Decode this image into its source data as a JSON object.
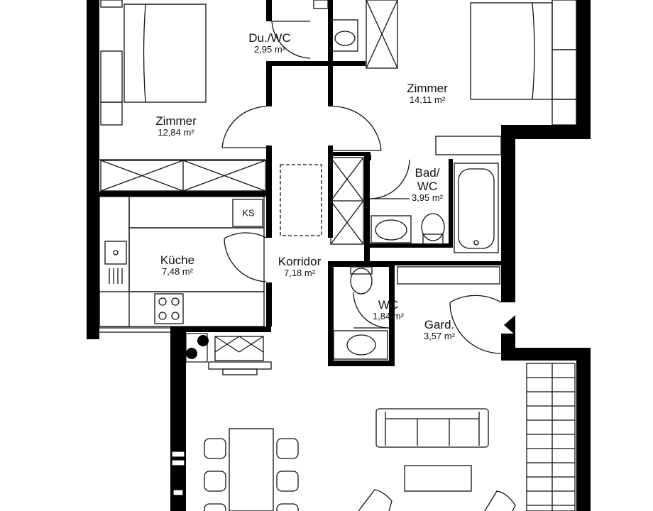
{
  "colors": {
    "wall": "#000000",
    "line": "#111111",
    "background": "#ffffff"
  },
  "rooms": {
    "du_wc": {
      "name": "Du./WC",
      "area": "2,95 m²"
    },
    "zimmer_left": {
      "name": "Zimmer",
      "area": "12,84 m²"
    },
    "zimmer_right": {
      "name": "Zimmer",
      "area": "14,11 m²"
    },
    "bad_wc": {
      "name_line1": "Bad/",
      "name_line2": "WC",
      "area": "3,95 m²"
    },
    "kueche": {
      "name": "Küche",
      "area": "7,48 m²"
    },
    "korridor": {
      "name": "Korridor",
      "area": "7,18 m²"
    },
    "wc": {
      "name": "WC",
      "area": "1,84 m²"
    },
    "gard": {
      "name": "Gard.",
      "area": "3,57 m²"
    }
  },
  "appliances": {
    "ks": "KS"
  }
}
